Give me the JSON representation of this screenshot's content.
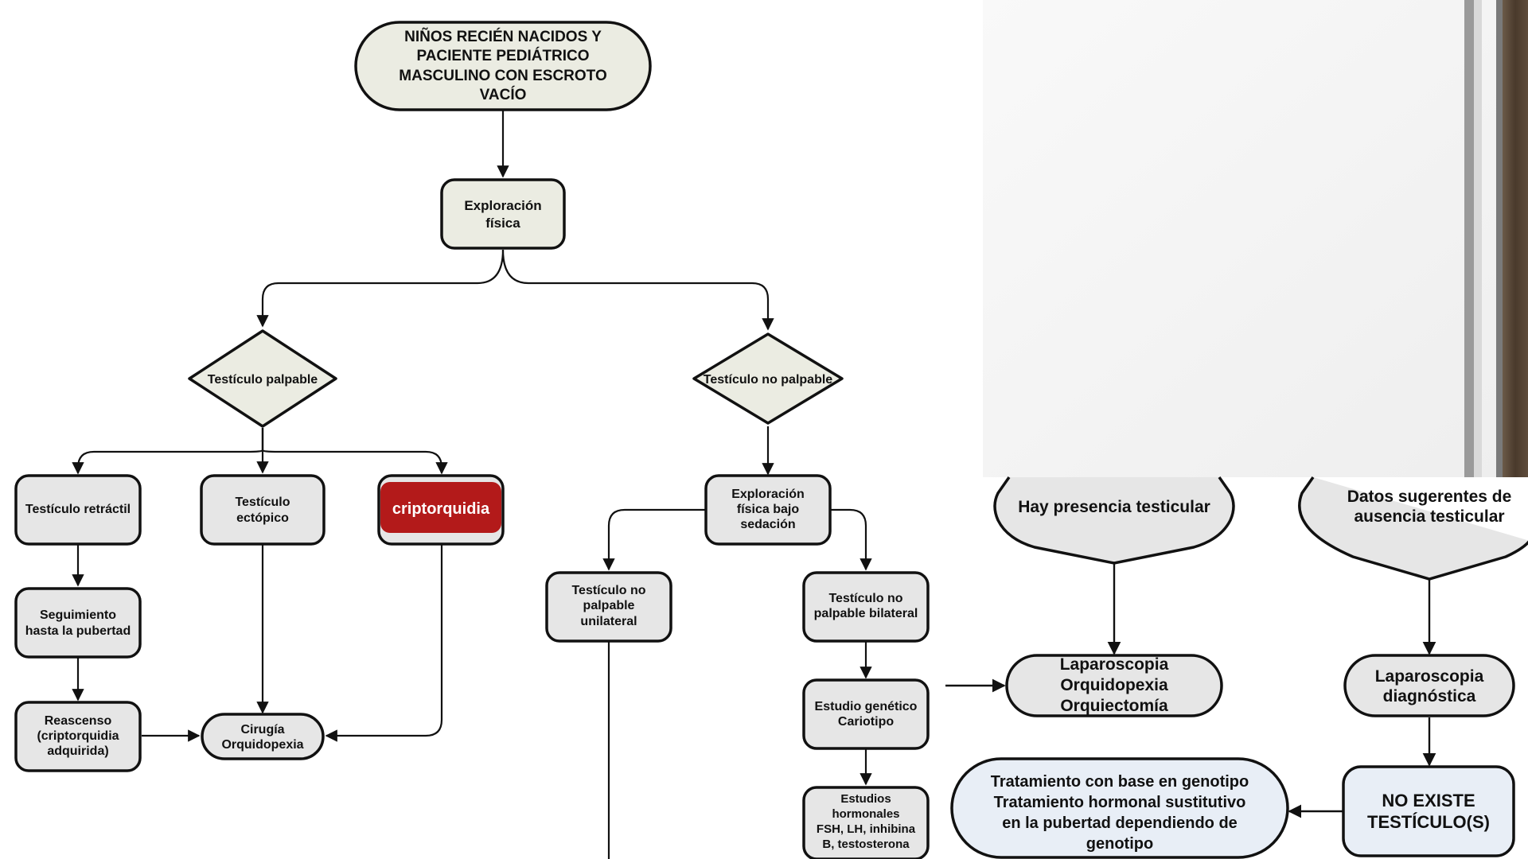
{
  "diagram": {
    "root": [
      "NIÑOS RECIÉN NACIDOS Y",
      "PACIENTE PEDIÁTRICO",
      "MASCULINO CON ESCROTO",
      "VACÍO"
    ],
    "exploracion": [
      "Exploración",
      "física"
    ],
    "palpable": "Testículo palpable",
    "no_palpable": "Testículo no palpable",
    "retractil": "Testículo retráctil",
    "ectopico": [
      "Testículo",
      "ectópico"
    ],
    "criptorquidia": "criptorquidia",
    "seguimiento": [
      "Seguimiento",
      "hasta la pubertad"
    ],
    "reascenso": [
      "Reascenso",
      "(criptorquidia",
      "adquirida)"
    ],
    "cirugia": [
      "Cirugía",
      "Orquidopexia"
    ],
    "sedacion": [
      "Exploración",
      "física bajo",
      "sedación"
    ],
    "unilateral": [
      "Testículo no",
      "palpable",
      "unilateral"
    ],
    "bilateral": [
      "Testículo no",
      "palpable bilateral"
    ],
    "genetico": [
      "Estudio genético",
      "Cariotipo"
    ],
    "hormonales": [
      "Estudios",
      "hormonales",
      "FSH, LH, inhibina",
      "B, testosterona"
    ],
    "presencia": "Hay presencia testicular",
    "ausencia": [
      "Datos sugerentes de",
      "ausencia testicular"
    ],
    "laparoscopia_orq": [
      "Laparoscopia",
      "Orquidopexia",
      "Orquiectomía"
    ],
    "laparoscopia_diag": [
      "Laparoscopia",
      "diagnóstica"
    ],
    "tratamiento": [
      "Tratamiento con base en genotipo",
      "Tratamiento hormonal sustitutivo",
      "en la pubertad dependiendo de",
      "genotipo"
    ],
    "no_existe": [
      "NO EXISTE",
      "TESTÍCULO(S)"
    ]
  },
  "colors": {
    "node_fill": "#ebece2",
    "gray_fill": "#e6e6e6",
    "blue_fill": "#e8eef6",
    "accent": "#b31a1a",
    "slide_bg": "#f4f4f4"
  }
}
